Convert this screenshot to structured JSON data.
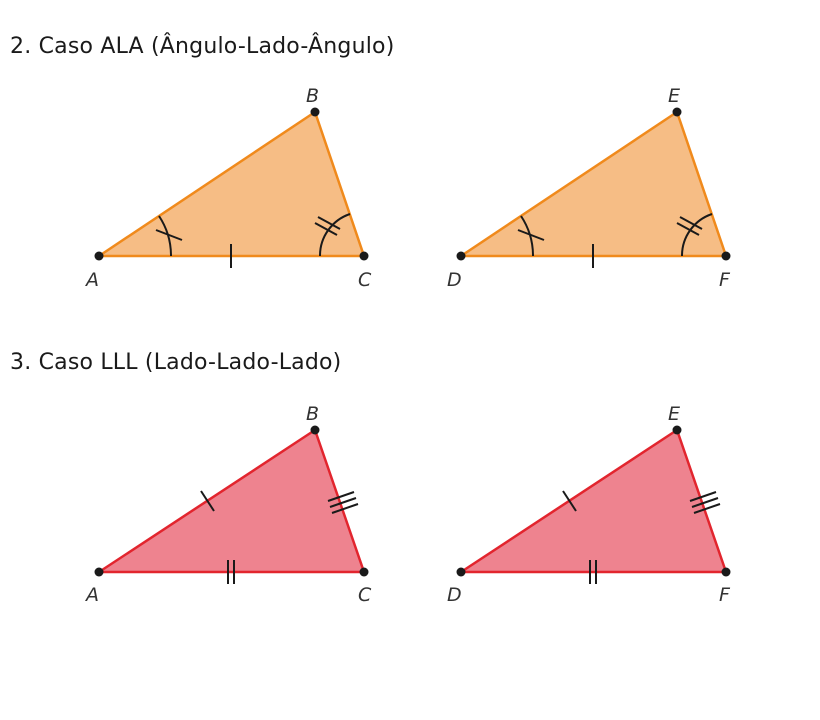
{
  "sections": [
    {
      "heading": "2. Caso ALA (Ângulo-Lado-Ângulo)",
      "fill_color": "#f6bd85",
      "stroke_color": "#f08a1c",
      "triangles": [
        {
          "vertices": [
            "A",
            "B",
            "C"
          ]
        },
        {
          "vertices": [
            "D",
            "E",
            "F"
          ]
        }
      ]
    },
    {
      "heading": "3. Caso LLL (Lado-Lado-Lado)",
      "fill_color": "#ee838f",
      "stroke_color": "#e2252e",
      "triangles": [
        {
          "vertices": [
            "A",
            "B",
            "C"
          ]
        },
        {
          "vertices": [
            "D",
            "E",
            "F"
          ]
        }
      ]
    }
  ],
  "vertex_color": "#1a1a1a",
  "mark_color": "#1a1a1a"
}
